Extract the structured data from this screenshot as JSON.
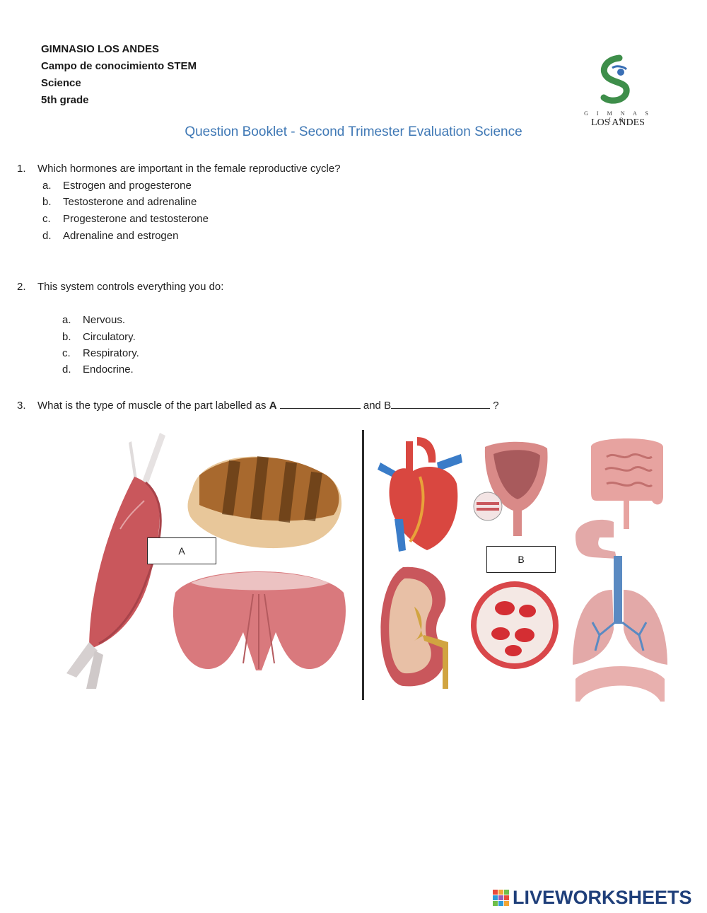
{
  "header": {
    "school": "GIMNASIO LOS ANDES",
    "field": "Campo de conocimiento STEM",
    "subject": "Science",
    "grade": "5th grade"
  },
  "logo": {
    "top": "G I M N A S I O",
    "bottom": "LOS ANDES"
  },
  "title": "Question Booklet - Second Trimester Evaluation Science",
  "questions": [
    {
      "number": "1.",
      "text": "Which hormones are important in the female reproductive cycle?",
      "options": [
        {
          "letter": "a.",
          "text": "Estrogen and progesterone"
        },
        {
          "letter": "b.",
          "text": "Testosterone and adrenaline"
        },
        {
          "letter": "c.",
          "text": "Progesterone and testosterone"
        },
        {
          "letter": "d.",
          "text": "Adrenaline and estrogen"
        }
      ]
    },
    {
      "number": "2.",
      "text": "This system controls everything you do:",
      "options": [
        {
          "letter": "a.",
          "text": "Nervous."
        },
        {
          "letter": "b.",
          "text": "Circulatory."
        },
        {
          "letter": "c.",
          "text": "Respiratory."
        },
        {
          "letter": "d.",
          "text": "Endocrine."
        }
      ]
    },
    {
      "number": "3.",
      "text_before": "What is the type of muscle of the part labelled as",
      "label_a": "A",
      "text_middle": "and B",
      "text_end": "?"
    }
  ],
  "image_labels": {
    "a": "A",
    "b": "B"
  },
  "footer": {
    "brand": "LIVEWORKSHEETS"
  },
  "colors": {
    "title": "#3f78b5",
    "brand": "#1f3f7a",
    "muscle": "#c9575c"
  }
}
